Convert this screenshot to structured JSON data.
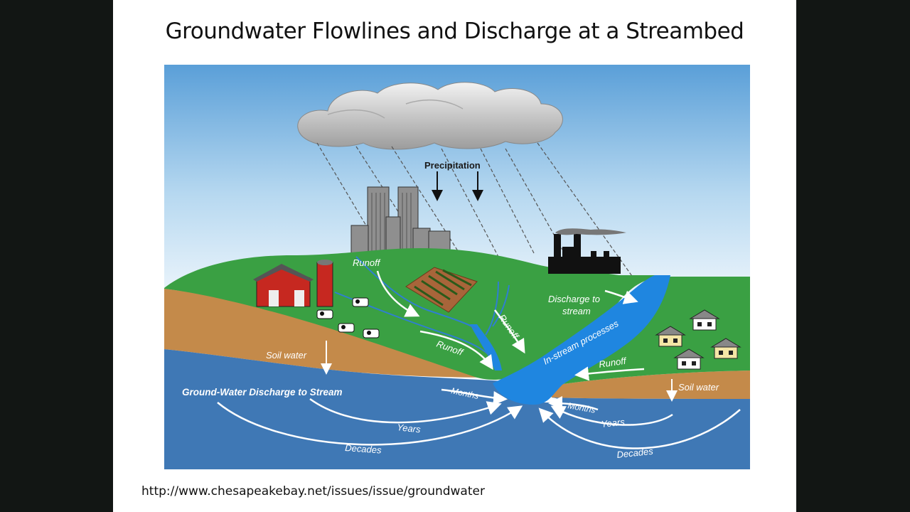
{
  "slide": {
    "title": "Groundwater Flowlines and Discharge at a Streambed",
    "source_url": "http://www.chesapeakebay.net/issues/issue/groundwater"
  },
  "diagram": {
    "labels": {
      "precipitation": "Precipitation",
      "runoff_hill": "Runoff",
      "runoff_field": "Runoff",
      "runoff_mid": "Runoff",
      "runoff_right": "Runoff",
      "discharge_line1": "Discharge to",
      "discharge_line2": "stream",
      "in_stream": "In-stream processes",
      "soil_water_left": "Soil water",
      "soil_water_right": "Soil water",
      "gw_discharge": "Ground-Water Discharge to Stream",
      "months_left": "Months",
      "months_right": "Months",
      "years_left": "Years",
      "years_right": "Years",
      "decades_left": "Decades",
      "decades_right": "Decades"
    },
    "colors": {
      "sky_top": "#5a9fd8",
      "sky_bottom": "#e8f3fb",
      "land": "#3aa043",
      "soil": "#c48a4a",
      "groundwater": "#3f78b5",
      "stream": "#1f86e0",
      "barn": "#c62820",
      "factory": "#111111"
    }
  }
}
